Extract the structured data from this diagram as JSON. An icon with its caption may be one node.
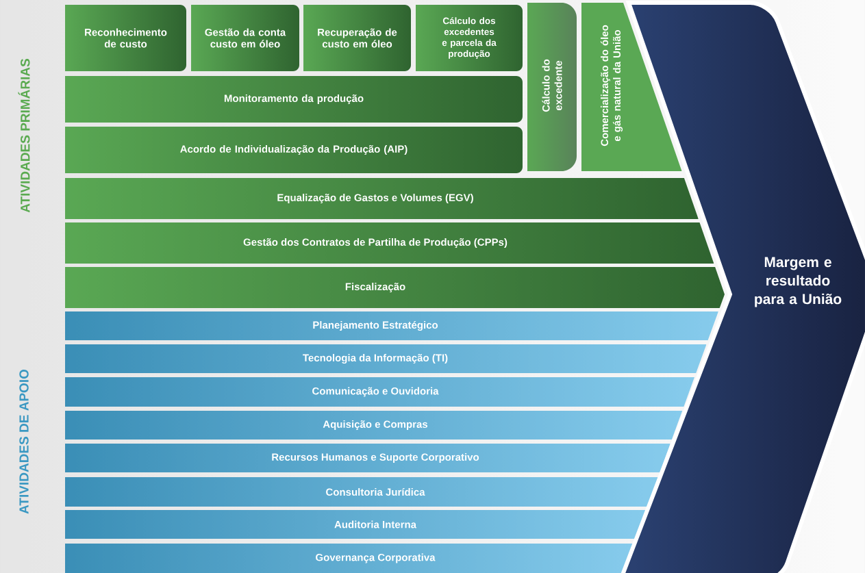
{
  "diagram": {
    "nodes": [
      {
        "text": [
          "Reconhecimento de custo"
        ]
      },
      {
        "text": [
          "Gestão da conta custo em óleo"
        ]
      },
      {
        "text": [
          "Recuperação de custo em óleo"
        ]
      },
      {
        "text": [
          "Cálculo dos excedentes e parcela da produção"
        ]
      },
      {
        "text": [
          "Cálculo do excedente"
        ]
      },
      {
        "text": [
          "Comercialização do óleo e gás natural da União"
        ]
      },
      {
        "text": [
          "Monitoramento da produção"
        ]
      },
      {
        "text": [
          "Acordo de Individualização da Produção (AIP)"
        ]
      },
      {
        "text": [
          "Equalização de Gastos e Volumes (EGV)"
        ]
      },
      {
        "text": [
          "Gestão dos Contratos de Partilha de Produção (CPPs)"
        ]
      },
      {
        "text": [
          "Fiscalização"
        ]
      },
      {
        "text": [
          "Planejamento Estratégico"
        ]
      },
      {
        "text": [
          "Tecnologia da Informação (TI)"
        ]
      },
      {
        "text": [
          "Comunicação e Ouvidoria"
        ]
      },
      {
        "text": [
          "Aquisição e Compras"
        ]
      },
      {
        "text": [
          "Recursos Humanos e Suporte Corporativo"
        ]
      },
      {
        "text": [
          "Consultoria Jurídica"
        ]
      },
      {
        "text": [
          "Auditoria Interna"
        ]
      },
      {
        "text": [
          "Governança Corporativa"
        ]
      },
      {
        "text": [
          "Margem e resultado para a União"
        ]
      }
    ],
    "labels": [
      "ATIVIDADES PRIMÁRIAS",
      "ATIVIDADES DE APOIO"
    ]
  }
}
